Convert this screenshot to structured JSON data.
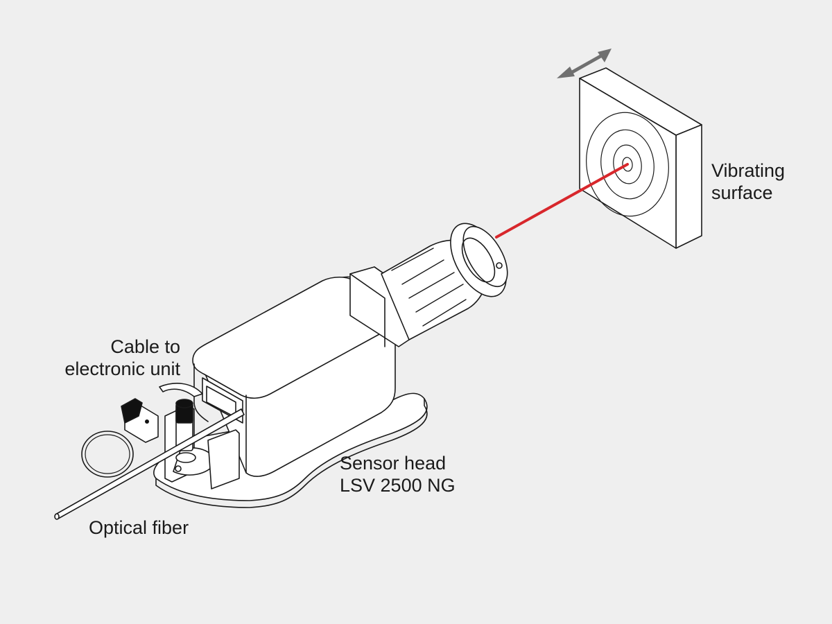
{
  "colors": {
    "background": "#efefef",
    "line": "#1a1a1a",
    "fill": "#ffffff",
    "laser": "#d8272c",
    "arrow": "#707070",
    "knob": "#111111"
  },
  "labels": {
    "vibrating_surface": [
      "Vibrating",
      "surface"
    ],
    "cable": [
      "Cable to",
      "electronic unit"
    ],
    "sensor_head": [
      "Sensor head",
      "LSV 2500 NG"
    ],
    "optical_fiber": "Optical fiber"
  },
  "icons": {
    "motion_arrow": "double-arrow-icon"
  }
}
